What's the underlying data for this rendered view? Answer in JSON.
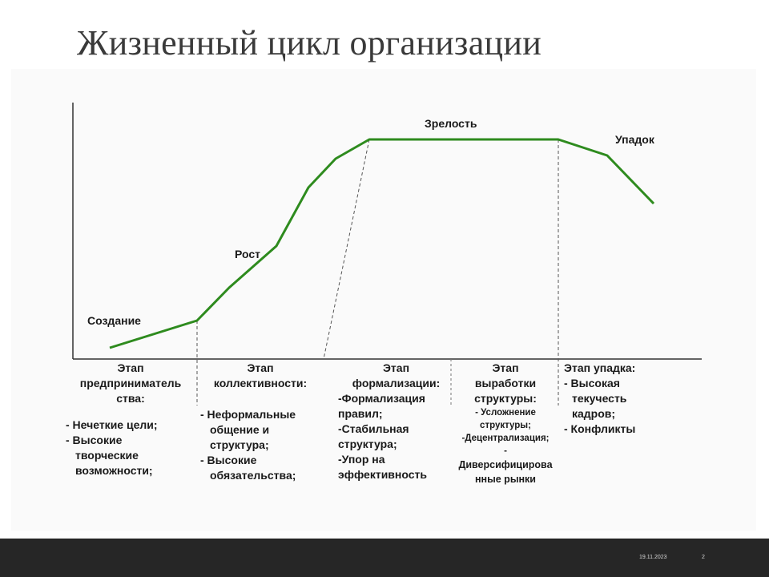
{
  "slide": {
    "title": "Жизненный цикл организации"
  },
  "diagram": {
    "curve_color": "#2e8b1e",
    "phases": {
      "creation": "Создание",
      "growth": "Рост",
      "maturity": "Зрелость",
      "decline": "Упадок"
    },
    "stages": [
      {
        "head": [
          "Этап",
          "предприниматель",
          "ства:"
        ],
        "items": [
          "- Нечеткие цели;",
          "- Высокие",
          "творческие",
          "возможности;"
        ]
      },
      {
        "head": [
          "Этап",
          "коллективности:"
        ],
        "items": [
          "- Неформальные",
          "общение и",
          "структура;",
          "- Высокие",
          "обязательства;"
        ]
      },
      {
        "head": [
          "Этап",
          "формализации:"
        ],
        "items": [
          "-Формализация",
          "правил;",
          "-Стабильная",
          "структура;",
          "-Упор на",
          "эффективность"
        ]
      },
      {
        "head": [
          "Этап",
          "выработки",
          "структуры:"
        ],
        "items": [
          "- Усложнение",
          "структуры;",
          "-Децентрализация;",
          "-",
          "Диверсифицирова",
          "нные рынки"
        ]
      },
      {
        "head": [
          "Этап упадка:"
        ],
        "items": [
          "- Высокая",
          "текучесть",
          "кадров;",
          "- Конфликты"
        ]
      }
    ]
  },
  "footer": {
    "date": "19.11.2023",
    "page": "2"
  }
}
